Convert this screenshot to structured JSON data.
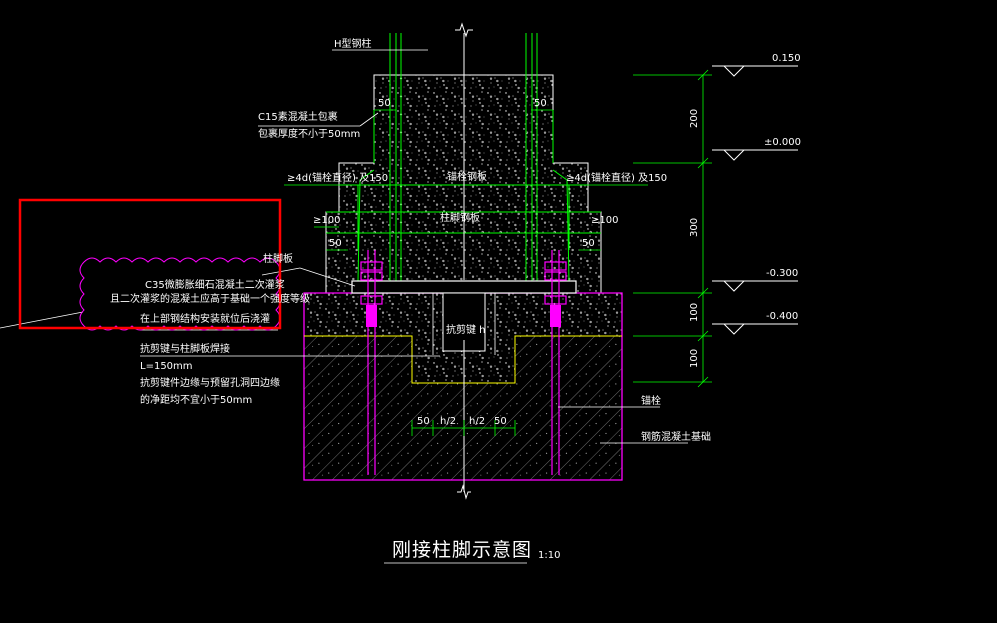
{
  "title": "刚接柱脚示意图",
  "scale": "1:10",
  "labels": {
    "h_steel": "H型钢柱",
    "c15_line1": "C15素混凝土包裹",
    "c15_line2": "包裹厚度不小于50mm",
    "anchor_left": "≥4d(锚栓直径) 及150",
    "anchor_right": "≥4d(锚栓直径) 及150",
    "anchor_plate": "锚栓钢板",
    "column_base_plate": "柱脚钢板",
    "ge100": "≥100",
    "base_plate_tag": "柱脚板",
    "grout_line1": "C35微膨胀细石混凝土二次灌浆",
    "grout_line2": "且二次灌浆的混凝土应高于基础一个强度等级",
    "grout_line3": "在上部钢结构安装就位后浇灌",
    "shear_key": "抗剪键 h",
    "shear_weld": "抗剪键与柱脚板焊接",
    "weld_length": "L=150mm",
    "pocket_line1": "抗剪键件边缘与预留孔洞四边缘",
    "pocket_line2": "的净距均不宜小于50mm",
    "anchor_bolt": "锚栓",
    "rc_foundation": "钢筋混凝土基础"
  },
  "dimensions": {
    "d50_top_left": "50",
    "d50_top_right": "50",
    "d50_mid_left": "50",
    "d50_mid_right": "50",
    "d50_bot_left": "50",
    "d50_bot_right": "50",
    "h2_left": "h/2",
    "h2_right": "h/2",
    "v200": "200",
    "v300": "300",
    "v100a": "100",
    "v100b": "100"
  },
  "elevations": [
    "0.150",
    "±0.000",
    "-0.300",
    "-0.400"
  ],
  "colors": {
    "background": "#000000",
    "green": "#00ff00",
    "magenta": "#ff00ff",
    "yellow": "#ffff00",
    "white": "#ffffff",
    "red_highlight": "#ff0000"
  }
}
